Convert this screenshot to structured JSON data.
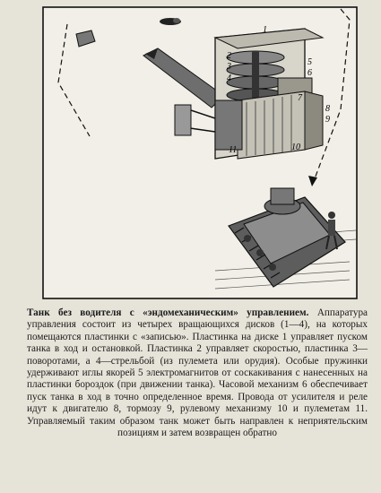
{
  "illustration": {
    "callouts": [
      "1",
      "2",
      "3",
      "4",
      "5",
      "6",
      "7",
      "8",
      "9",
      "10",
      "11"
    ]
  },
  "caption": {
    "title": "Танк без водителя с «эндомеханическим» управлением.",
    "body": "Аппаратура управления состоит из четырех вращающихся дисков (1—4), на которых помещаются пластинки с «записью». Пластинка на диске 1 управляет пуском танка в ход и остановкой. Пластинка 2 управляет скоростью, пластинка 3—поворотами, а 4—стрельбой (из пулемета или орудия). Особые пружинки удерживают иглы якорей 5 электромагнитов от соскакивания с нанесенных на пластинки бороздок (при движении танка). Часовой механизм 6 обеспечивает пуск танка в ход в точно определенное время. Провода от усилителя и реле идут к двигателю 8, тормозу 9, рулевому механизму 10 и пулеметам 11. Управляемый таким образом танк может быть направлен к неприятельским позициям и затем возвращен обратно"
  }
}
